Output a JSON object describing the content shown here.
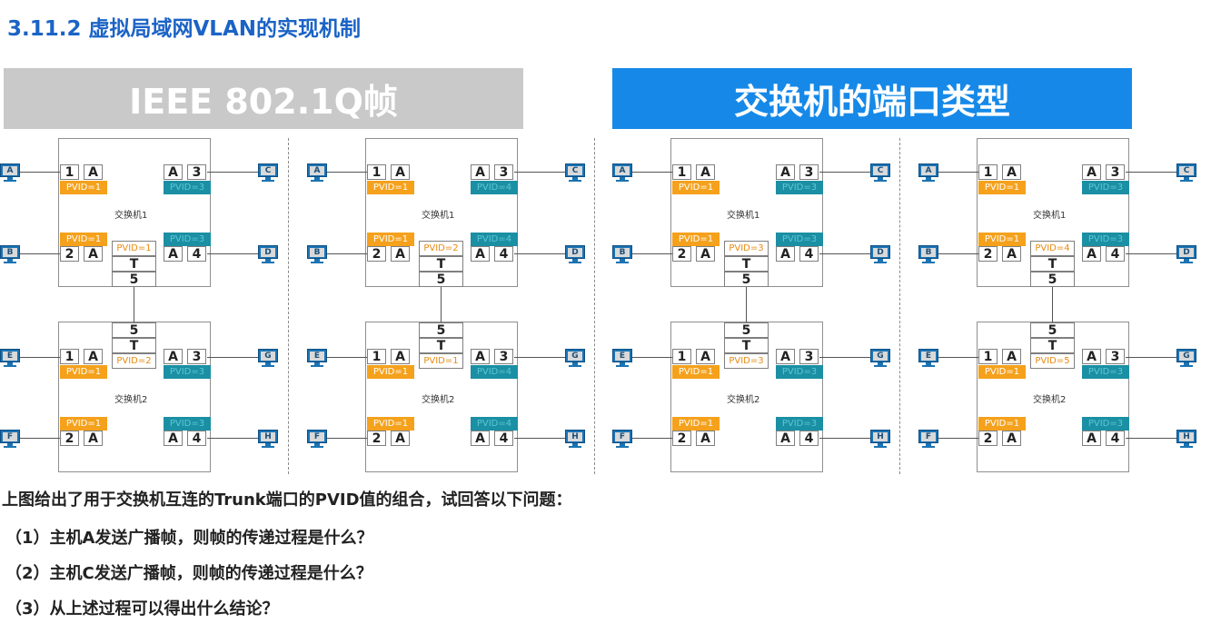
{
  "title": "3.11.2 虚拟局域网VLAN的实现机制",
  "banner_left": "IEEE 802.1Q帧",
  "banner_right": "交换机的端口类型",
  "colors": {
    "title": "#1b63c6",
    "banner_left": "#c9c9c9",
    "banner_right": "#1689e8",
    "pvid_orange": "#f5a11c",
    "pvid_teal": "#1b8fa3"
  },
  "diagrams": [
    {
      "sw1": {
        "label": "交换机1",
        "p1": "1",
        "p1v": "A",
        "p1pvid": "PVID=1",
        "p2": "2",
        "p2v": "A",
        "p2pvid": "PVID=1",
        "p3": "3",
        "p3v": "A",
        "p3pvid": "PVID=3",
        "p4": "4",
        "p4v": "A",
        "p4pvid": "PVID=3",
        "trunk_pvid": "PVID=1",
        "trunk_t": "T",
        "trunk_port": "5"
      },
      "sw2": {
        "label": "交换机2",
        "p1": "1",
        "p1v": "A",
        "p1pvid": "PVID=1",
        "p2": "2",
        "p2v": "A",
        "p2pvid": "PVID=1",
        "p3": "3",
        "p3v": "A",
        "p3pvid": "PVID=3",
        "p4": "4",
        "p4v": "A",
        "p4pvid": "PVID=3",
        "trunk_pvid": "PVID=2",
        "trunk_t": "T",
        "trunk_port": "5"
      },
      "hosts": [
        "A",
        "B",
        "C",
        "D",
        "E",
        "F",
        "G",
        "H"
      ]
    },
    {
      "sw1": {
        "label": "交换机1",
        "p1": "1",
        "p1v": "A",
        "p1pvid": "PVID=1",
        "p2": "2",
        "p2v": "A",
        "p2pvid": "PVID=1",
        "p3": "3",
        "p3v": "A",
        "p3pvid": "PVID=4",
        "p4": "4",
        "p4v": "A",
        "p4pvid": "PVID=4",
        "trunk_pvid": "PVID=2",
        "trunk_t": "T",
        "trunk_port": "5"
      },
      "sw2": {
        "label": "交换机2",
        "p1": "1",
        "p1v": "A",
        "p1pvid": "PVID=1",
        "p2": "2",
        "p2v": "A",
        "p2pvid": "PVID=1",
        "p3": "3",
        "p3v": "A",
        "p3pvid": "PVID=4",
        "p4": "4",
        "p4v": "A",
        "p4pvid": "PVID=4",
        "trunk_pvid": "PVID=1",
        "trunk_t": "T",
        "trunk_port": "5"
      },
      "hosts": [
        "A",
        "B",
        "C",
        "D",
        "E",
        "F",
        "G",
        "H"
      ]
    },
    {
      "sw1": {
        "label": "交换机1",
        "p1": "1",
        "p1v": "A",
        "p1pvid": "PVID=1",
        "p2": "2",
        "p2v": "A",
        "p2pvid": "PVID=1",
        "p3": "3",
        "p3v": "A",
        "p3pvid": "PVID=3",
        "p4": "4",
        "p4v": "A",
        "p4pvid": "PVID=3",
        "trunk_pvid": "PVID=3",
        "trunk_t": "T",
        "trunk_port": "5"
      },
      "sw2": {
        "label": "交换机2",
        "p1": "1",
        "p1v": "A",
        "p1pvid": "PVID=1",
        "p2": "2",
        "p2v": "A",
        "p2pvid": "PVID=1",
        "p3": "3",
        "p3v": "A",
        "p3pvid": "PVID=3",
        "p4": "4",
        "p4v": "A",
        "p4pvid": "PVID=3",
        "trunk_pvid": "PVID=3",
        "trunk_t": "T",
        "trunk_port": "5"
      },
      "hosts": [
        "A",
        "B",
        "C",
        "D",
        "E",
        "F",
        "G",
        "H"
      ]
    },
    {
      "sw1": {
        "label": "交换机1",
        "p1": "1",
        "p1v": "A",
        "p1pvid": "PVID=1",
        "p2": "2",
        "p2v": "A",
        "p2pvid": "PVID=1",
        "p3": "3",
        "p3v": "A",
        "p3pvid": "PVID=3",
        "p4": "4",
        "p4v": "A",
        "p4pvid": "PVID=3",
        "trunk_pvid": "PVID=4",
        "trunk_t": "T",
        "trunk_port": "5"
      },
      "sw2": {
        "label": "交换机2",
        "p1": "1",
        "p1v": "A",
        "p1pvid": "PVID=1",
        "p2": "2",
        "p2v": "A",
        "p2pvid": "PVID=1",
        "p3": "3",
        "p3v": "A",
        "p3pvid": "PVID=3",
        "p4": "4",
        "p4v": "A",
        "p4pvid": "PVID=3",
        "trunk_pvid": "PVID=5",
        "trunk_t": "T",
        "trunk_port": "5"
      },
      "hosts": [
        "A",
        "B",
        "C",
        "D",
        "E",
        "F",
        "G",
        "H"
      ]
    }
  ],
  "questions": {
    "intro": "上图给出了用于交换机互连的Trunk端口的PVID值的组合，试回答以下问题：",
    "q1": "（1）主机A发送广播帧，则帧的传递过程是什么？",
    "q2": "（2）主机C发送广播帧，则帧的传递过程是什么？",
    "q3": "（3）从上述过程可以得出什么结论？"
  }
}
